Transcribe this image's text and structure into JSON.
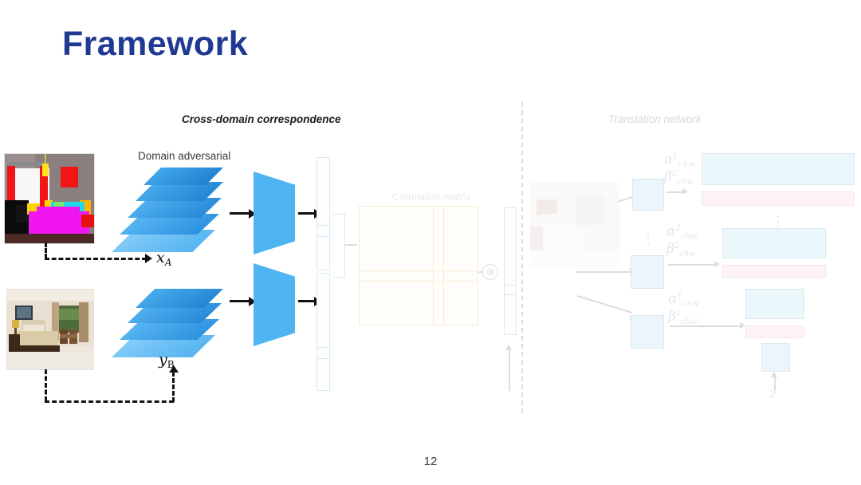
{
  "slide": {
    "title": "Framework",
    "page_number": "12"
  },
  "sections": {
    "left_title": "Cross-domain correspondence",
    "left_subtitle": "Domain adversarial",
    "right_title": "Translation network",
    "correlation_matrix_label": "Correlation matrix"
  },
  "inputs": {
    "source_label": "x",
    "source_sub": "A",
    "target_label": "y",
    "target_sub": "B",
    "source_image_name": "semantic-segmentation-map-bedroom",
    "target_image_name": "reference-photo-bedroom"
  },
  "operators": {
    "multiply": "⊗",
    "latent_label": "z"
  },
  "translation": {
    "levels": [
      {
        "alpha": "α",
        "beta": "β",
        "sup": "L",
        "sub": "chw"
      },
      {
        "alpha": "α",
        "beta": "β",
        "sup": "2",
        "sub": "chw"
      },
      {
        "alpha": "α",
        "beta": "β",
        "sup": "1",
        "sub": "chw"
      }
    ],
    "vertical_ellipsis": "⋮"
  },
  "colors": {
    "title_blue": "#1f3a93",
    "layer_blue_light": "#63bff5",
    "layer_blue_dark": "#1d7fd4",
    "trapezoid_blue": "#4fb4f2",
    "faded_grey": "#d9d9d9",
    "matrix_border": "#f3ecd4",
    "translation_blue": "#eaf6fb",
    "translation_pink": "#fdf2f6",
    "arrow_black": "#111111",
    "background": "#ffffff"
  }
}
